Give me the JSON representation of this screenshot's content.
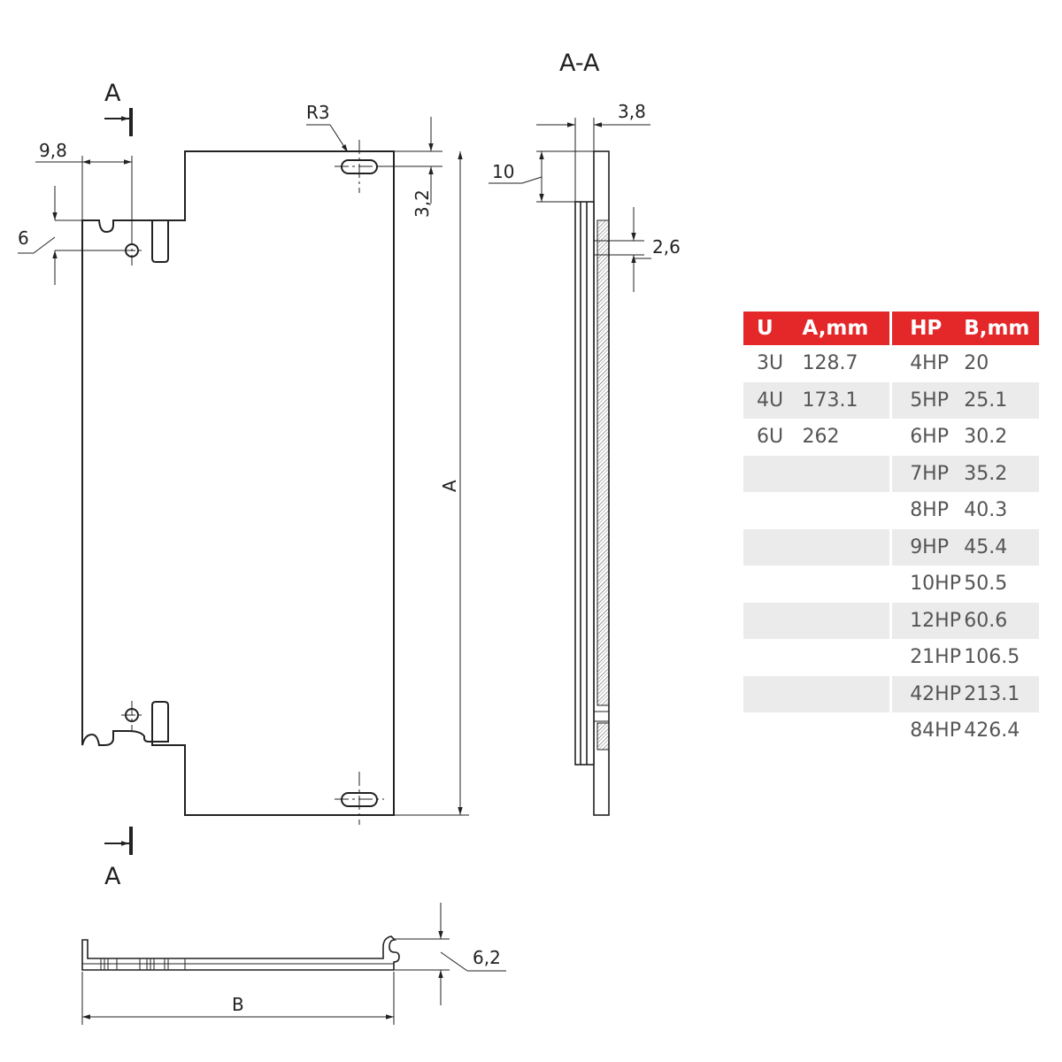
{
  "section": {
    "title": "A-A",
    "cut_marker_top": "A",
    "cut_marker_bottom": "A"
  },
  "dimensions": {
    "notch_offset": "9,8",
    "notch_height": "6",
    "slot_radius": "R3",
    "slot_offset": "3,2",
    "height": "A",
    "flange_offset": "10",
    "thickness": "3,8",
    "hole_gap": "2,6",
    "profile_height": "6,2",
    "width": "B"
  },
  "table": {
    "headers": {
      "u": "U",
      "a": "A,mm",
      "hp": "HP",
      "b": "B,mm"
    },
    "rows": [
      {
        "u": "3U",
        "a": "128.7",
        "hp": "4HP",
        "b": "20"
      },
      {
        "u": "4U",
        "a": "173.1",
        "hp": "5HP",
        "b": "25.1"
      },
      {
        "u": "6U",
        "a": "262",
        "hp": "6HP",
        "b": "30.2"
      },
      {
        "u": "",
        "a": "",
        "hp": "7HP",
        "b": "35.2"
      },
      {
        "u": "",
        "a": "",
        "hp": "8HP",
        "b": "40.3"
      },
      {
        "u": "",
        "a": "",
        "hp": "9HP",
        "b": "45.4"
      },
      {
        "u": "",
        "a": "",
        "hp": "10HP",
        "b": "50.5"
      },
      {
        "u": "",
        "a": "",
        "hp": "12HP",
        "b": "60.6"
      },
      {
        "u": "",
        "a": "",
        "hp": "21HP",
        "b": "106.5"
      },
      {
        "u": "",
        "a": "",
        "hp": "42HP",
        "b": "213.1"
      },
      {
        "u": "",
        "a": "",
        "hp": "84HP",
        "b": "426.4"
      }
    ]
  },
  "colors": {
    "header_red": "#e4282a",
    "row_shade": "#ebebeb",
    "line": "#222222"
  }
}
